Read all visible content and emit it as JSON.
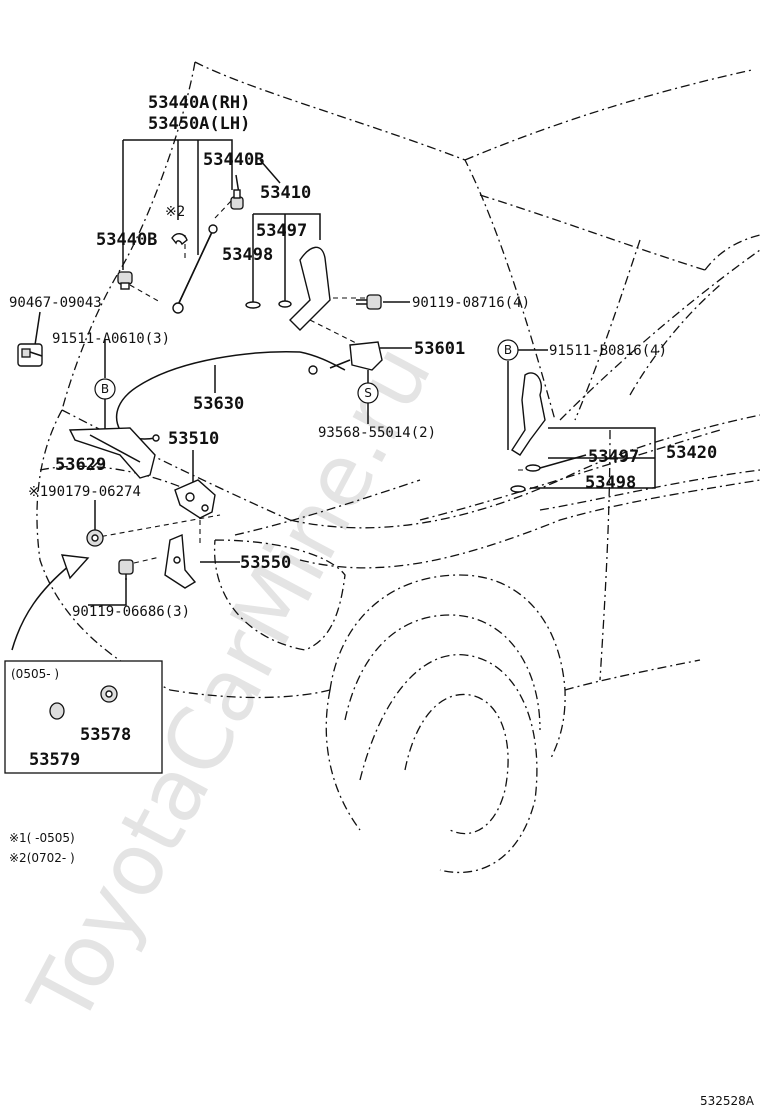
{
  "watermark": "ToyotaCarMine.ru",
  "diagram_id": "532528A",
  "parts": {
    "p53440a_rh": "53440A(RH)",
    "p53450a_lh": "53450A(LH)",
    "p53440b_top": "53440B",
    "p53410": "53410",
    "mark2_near_strut": "※2",
    "p53440b_left": "53440B",
    "p53497_top": "53497",
    "p53498_top": "53498",
    "p90467": "90467-09043",
    "p90119_08716": "90119-08716(4)",
    "p91511_a0610": "91511-A0610(3)",
    "p53601": "53601",
    "p91511_b0816": "91511-B0816(4)",
    "p53630": "53630",
    "p93568": "93568-55014(2)",
    "p53510": "53510",
    "p53629": "53629",
    "p90179": "※190179-06274",
    "p53497_right": "53497",
    "p53420": "53420",
    "p53498_right": "53498",
    "p53550": "53550",
    "p90119_06686": "90119-06686(3)",
    "p53578": "53578",
    "p53579": "53579"
  },
  "callouts": {
    "b": "B",
    "s": "S"
  },
  "inset": {
    "date_range": "(0505-      )"
  },
  "notes": {
    "note1": "※1(      -0505)",
    "note2": "※2(0702-      )"
  }
}
